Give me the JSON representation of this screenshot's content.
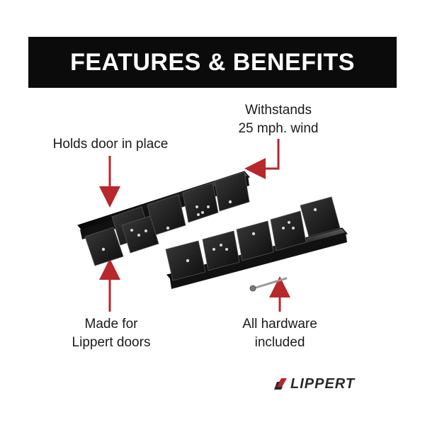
{
  "banner": {
    "title": "FEATURES & BENEFITS"
  },
  "callouts": {
    "withstands": {
      "line1": "Withstands",
      "line2": "25 mph. wind"
    },
    "holds": {
      "line1": "Holds door in place"
    },
    "made": {
      "line1": "Made for",
      "line2": "Lippert doors"
    },
    "hardware": {
      "line1": "All hardware",
      "line2": "included"
    }
  },
  "product": {
    "name": "door hinge set",
    "pieces": [
      "hinge-left",
      "hinge-right",
      "pin"
    ]
  },
  "logo": {
    "text": "LIPPERT",
    "icon": "lippert-logo-mark"
  },
  "colors": {
    "banner": "#0b0b0b",
    "arrow": "#b8272a",
    "hinge": "#1c1c1c",
    "text": "#1a1a1a"
  }
}
